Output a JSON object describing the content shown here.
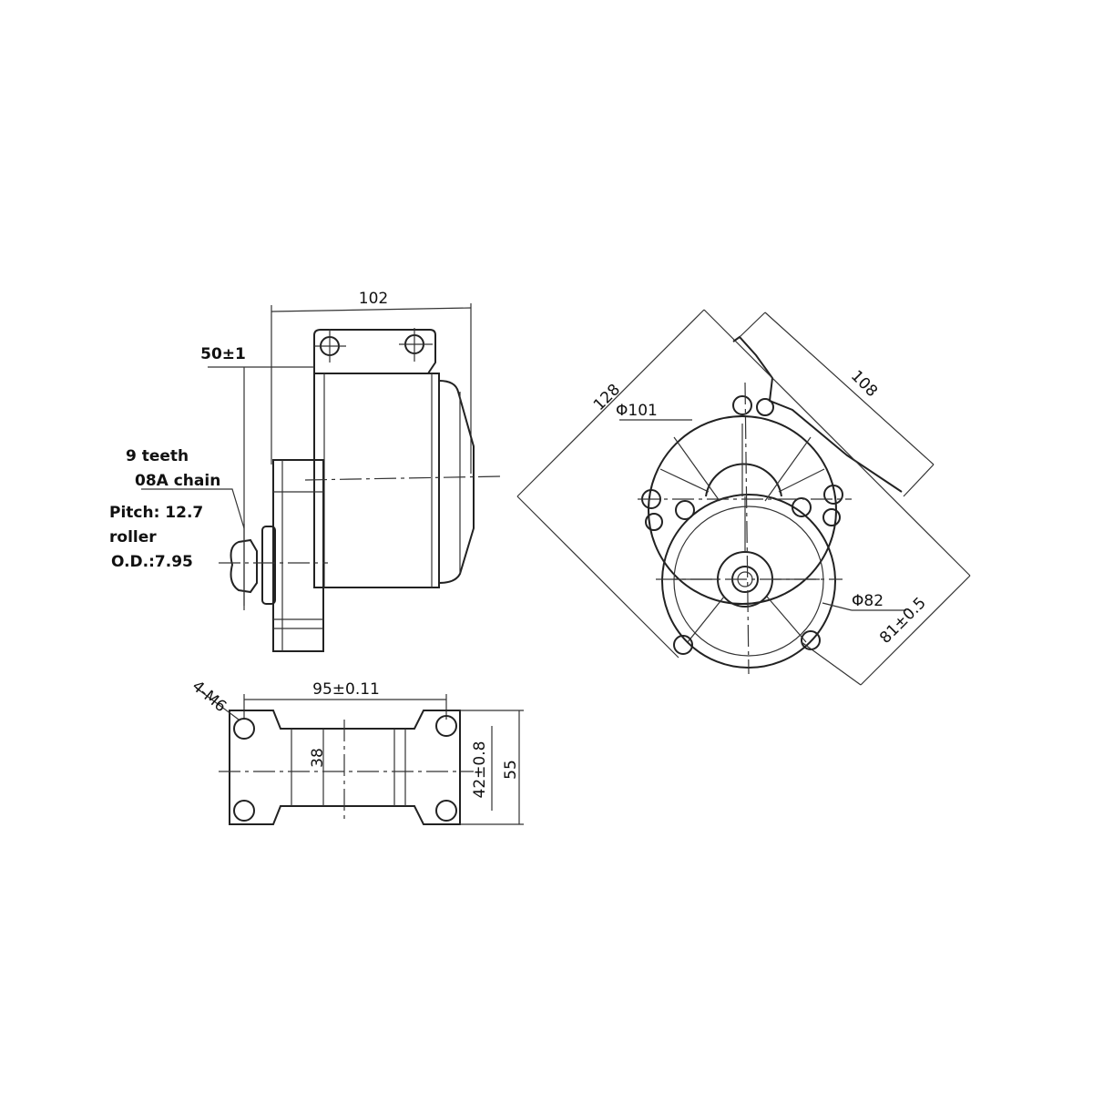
{
  "side_view": {
    "length_dim": "102",
    "offset_dim": "50±1",
    "sprocket_note": [
      "9 teeth",
      "08A chain",
      "Pitch: 12.7",
      "roller",
      "O.D.:7.95"
    ]
  },
  "bottom_view": {
    "holes_note": "4-M6",
    "hole_spacing_dim": "95±0.11",
    "body_dim": "38",
    "hole_pitch_dim": "42±0.8",
    "width_dim": "55"
  },
  "front_view": {
    "diagonal_dim": "128",
    "outer_diameter": "Φ101",
    "bracket_dim": "108",
    "inner_diameter": "Φ82",
    "center_dim": "81±0.5"
  }
}
